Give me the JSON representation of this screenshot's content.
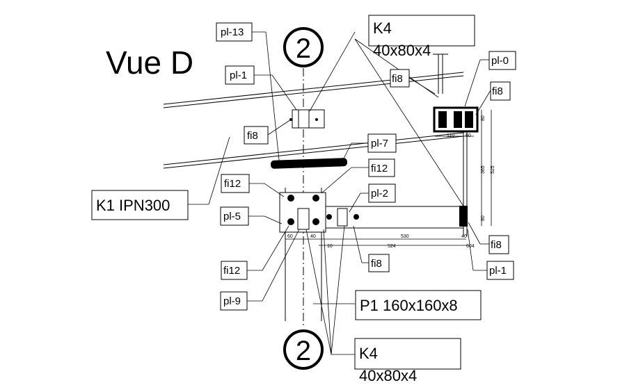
{
  "title": "Vue D",
  "axis_markers": [
    "2",
    "2"
  ],
  "callouts": {
    "k4_top_line1": "K4",
    "k4_top_line2": "40x80x4",
    "k4_bottom_line1": "K4",
    "k4_bottom_line2": "40x80x4",
    "k1": "K1 IPN300",
    "p1": "P1 160x160x8",
    "pl13": "pl-13",
    "pl1_left": "pl-1",
    "fi8_left": "fi8",
    "pl7": "pl-7",
    "fi12_mid": "fi12",
    "fi12_left_top": "fi12",
    "pl2": "pl-2",
    "pl5": "pl-5",
    "fi12_left_bottom": "fi12",
    "fi8_bottom": "fi8",
    "pl9": "pl-9",
    "fi8_top": "fi8",
    "pl0": "pl-0",
    "fi8_right": "fi8",
    "fi8_right_bottom": "fi8",
    "pl1_right": "pl-1"
  },
  "dimensions": {
    "d60": "60",
    "d40": "40",
    "d530": "530",
    "d10": "10",
    "d524": "524",
    "d40b": "40",
    "d604": "604",
    "d110": "110",
    "d60b": "60",
    "d80": "80",
    "d365": "365",
    "d525": "525",
    "d80b": "80"
  }
}
